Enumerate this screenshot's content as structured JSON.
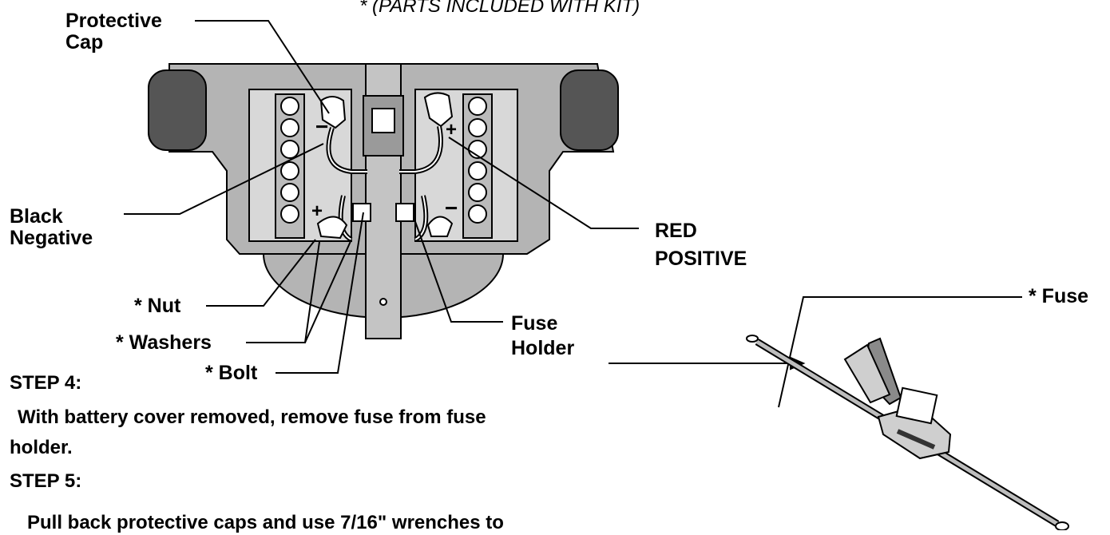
{
  "header_note": "* (PARTS INCLUDED WITH KIT)",
  "labels": {
    "protective_cap_line1": "Protective",
    "protective_cap_line2": "Cap",
    "black_negative_line1": "Black",
    "black_negative_line2": "Negative",
    "red_positive_line1": "RED",
    "red_positive_line2": "POSITIVE",
    "nut": "* Nut",
    "washers": "* Washers",
    "bolt": "* Bolt",
    "fuse_holder_line1": "Fuse",
    "fuse_holder_line2": "Holder",
    "fuse": "* Fuse"
  },
  "steps": [
    {
      "title": "STEP 4:",
      "text_line1": "With battery cover removed, remove fuse from fuse",
      "text_line2": "holder."
    },
    {
      "title": "STEP 5:",
      "text_line1": "Pull back protective caps and use 7/16\" wrenches to"
    }
  ],
  "colors": {
    "ink": "#000000",
    "body_gray": "#b4b4b4",
    "dark_gray": "#555555",
    "light_gray": "#d8d8d8"
  }
}
